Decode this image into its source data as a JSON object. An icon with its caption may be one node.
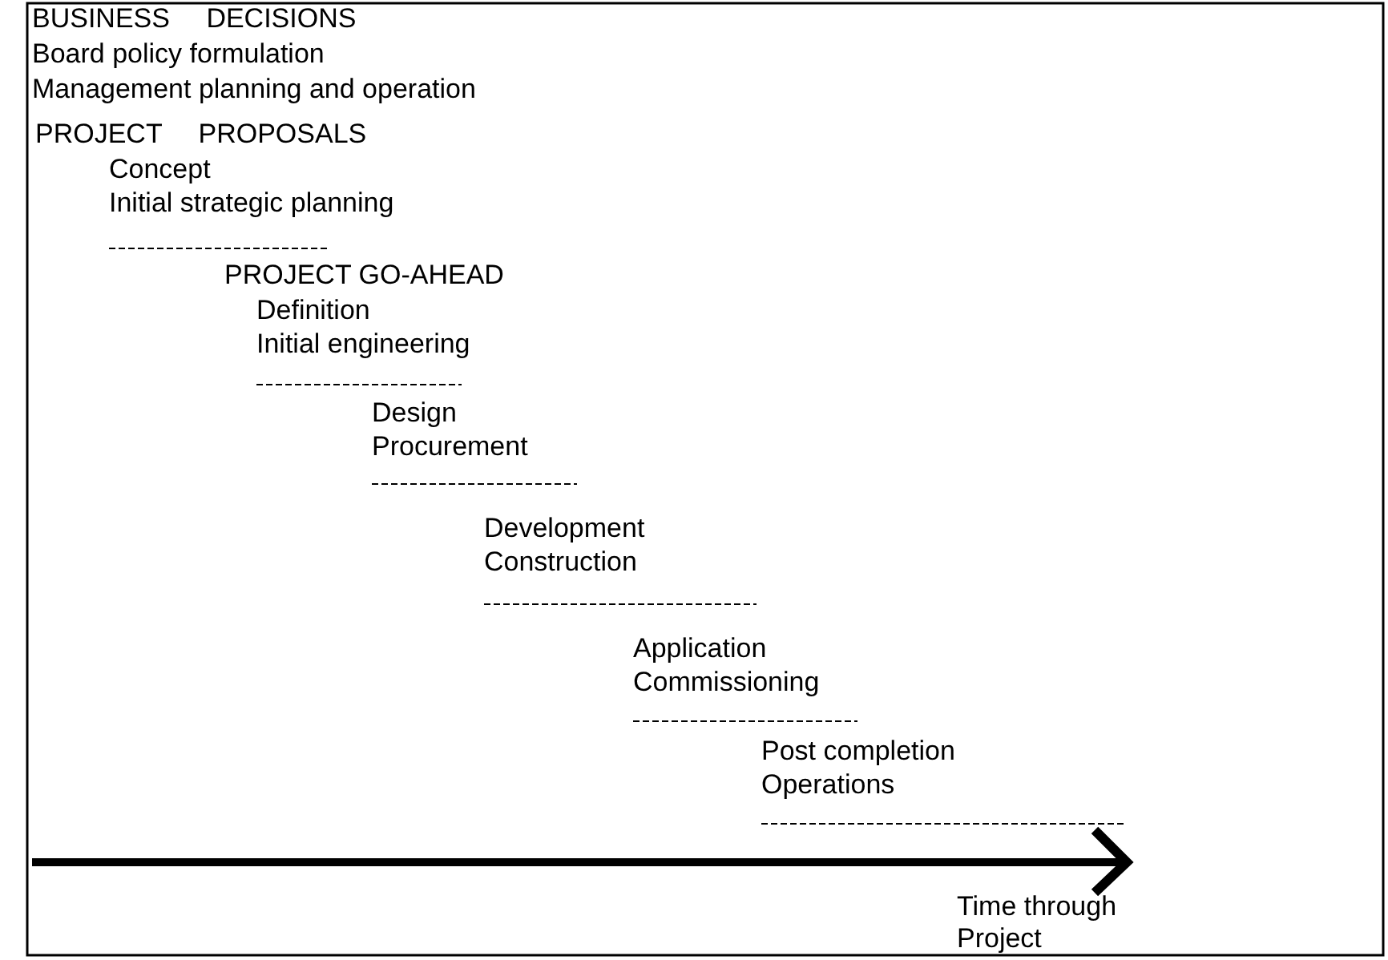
{
  "diagram": {
    "labels": [
      "BUSINESS DECISIONS",
      "Board policy formulation",
      "Management planning and operation",
      "PROJECT PROPOSALS",
      "Concept",
      "Initial strategic planning",
      "PROJECT GO-AHEAD",
      "Definition",
      "Initial engineering",
      "Design",
      "Procurement",
      "Development",
      "Construction",
      "Application",
      "Commissioning",
      "Post completion",
      "Operations",
      "Time through",
      "Project"
    ]
  }
}
